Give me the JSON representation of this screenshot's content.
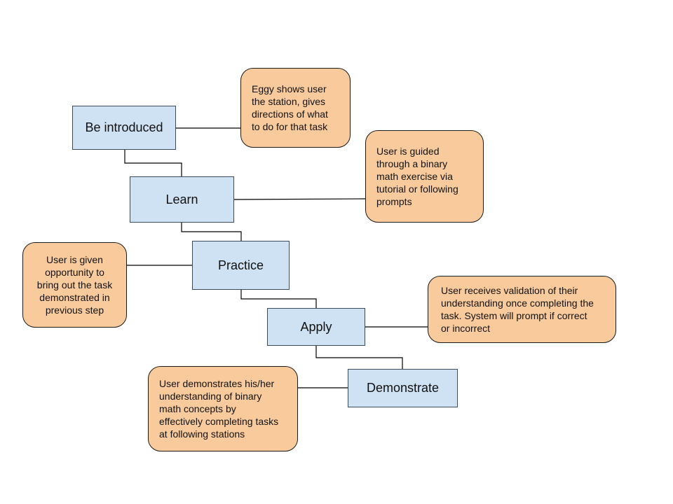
{
  "steps": {
    "introduced": "Be introduced",
    "learn": "Learn",
    "practice": "Practice",
    "apply": "Apply",
    "demonstrate": "Demonstrate"
  },
  "notes": {
    "introduced": [
      "Eggy shows user",
      "the station, gives",
      "directions of what",
      "to do for that task"
    ],
    "learn": [
      "User is guided",
      "through a binary",
      "math exercise via",
      "tutorial or following",
      "prompts"
    ],
    "practice": [
      "User is given",
      "opportunity to",
      "bring out the task",
      "demonstrated in",
      "previous step"
    ],
    "apply": [
      "User receives validation of their",
      "understanding once completing the",
      "task. System will prompt if correct",
      "or incorrect"
    ],
    "demonstrate": [
      "User demonstrates his/her",
      "understanding of binary",
      "math concepts by",
      "effectively completing tasks",
      "at following stations"
    ]
  },
  "colors": {
    "step_fill": "#cfe2f3",
    "note_fill": "#f9cb9c",
    "line": "#000000"
  }
}
